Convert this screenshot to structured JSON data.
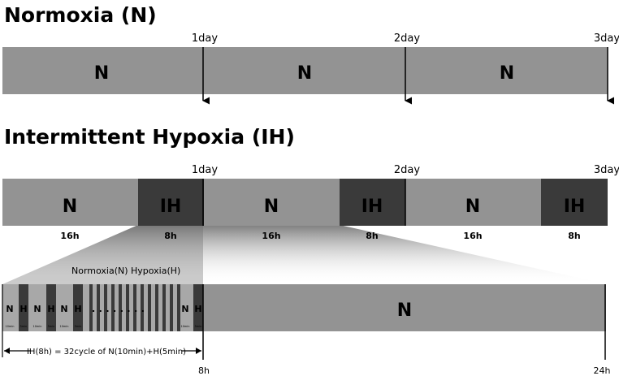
{
  "normoxia": {
    "title": "Normoxia (N)",
    "days": [
      "1day",
      "2day",
      "3day"
    ],
    "segments": [
      "N",
      "N",
      "N"
    ]
  },
  "ih": {
    "title": "Intermittent Hypoxia (IH)",
    "days": [
      "1day",
      "2day",
      "3day"
    ],
    "segments": [
      "N",
      "IH",
      "N",
      "IH",
      "N",
      "IH"
    ],
    "durations": [
      "16h",
      "8h",
      "16h",
      "8h",
      "16h",
      "8h"
    ]
  },
  "zoom": {
    "legend": "Normoxia(N)  Hypoxia(H)",
    "cycle_labels": [
      "N",
      "H",
      "N",
      "H",
      "N",
      "H",
      "N",
      "H"
    ],
    "cycle_durations": [
      "10min",
      "5min",
      "10min",
      "5min",
      "10min",
      "5min",
      "10min",
      "5min"
    ],
    "dots": "........",
    "main_label": "N",
    "formula": "IH(8h) = 32cycle of N(10min)+H(5min)",
    "left_end": "8h",
    "right_end": "24h"
  },
  "colors": {
    "normoxia": "#939393",
    "hypoxia": "#3a3a3a",
    "zoom_light": "#a8a8a8"
  }
}
